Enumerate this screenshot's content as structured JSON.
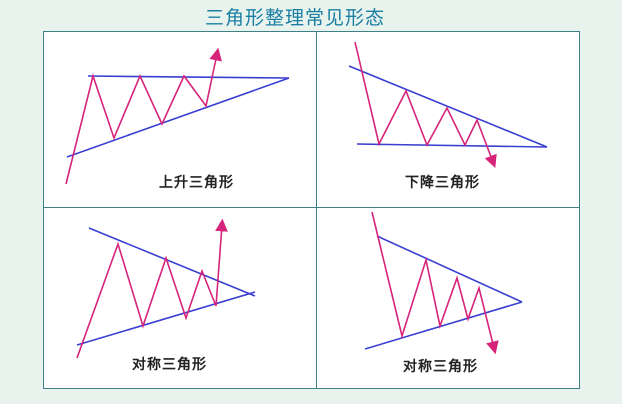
{
  "title": "三角形整理常见形态",
  "colors": {
    "trendline": "#3a3fd0",
    "price": "#d6247a",
    "border": "#3f7f86",
    "title": "#1a7ea3"
  },
  "panels": [
    {
      "label": "上升三角形"
    },
    {
      "label": "下降三角形"
    },
    {
      "label": "对称三角形"
    },
    {
      "label": "对称三角形"
    }
  ]
}
